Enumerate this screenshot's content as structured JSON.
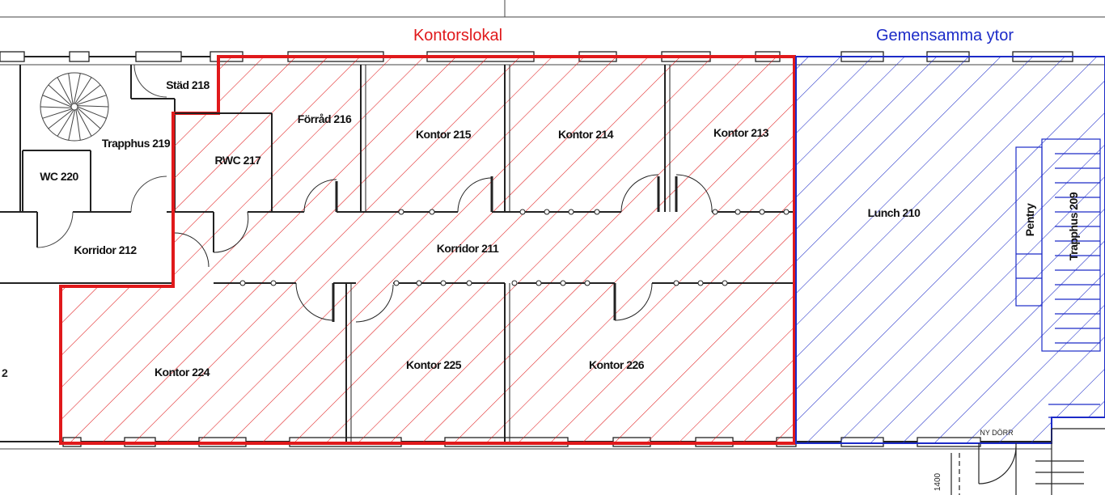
{
  "legend": {
    "office": {
      "label": "Kontorslokal",
      "color": "#e0191b"
    },
    "shared": {
      "label": "Gemensamma ytor",
      "color": "#1c2bc8"
    }
  },
  "rooms": {
    "stad_218": "Städ 218",
    "trapphus_219": "Trapphus 219",
    "wc_220": "WC 220",
    "rwc_217": "RWC 217",
    "forrad_216": "Förråd 216",
    "kontor_215": "Kontor 215",
    "kontor_214": "Kontor 214",
    "kontor_213": "Kontor 213",
    "korridor_212": "Korridor 212",
    "korridor_211": "Korridor 211",
    "kontor_224": "Kontor 224",
    "kontor_225": "Kontor 225",
    "kontor_226": "Kontor 226",
    "lunch_210": "Lunch 210",
    "pentry": "Pentry",
    "trapphus_209": "Trapphus 209"
  },
  "annotations": {
    "ny_dorr": "NY DÖRR",
    "dimension": "1400",
    "edge_digit": "2"
  }
}
